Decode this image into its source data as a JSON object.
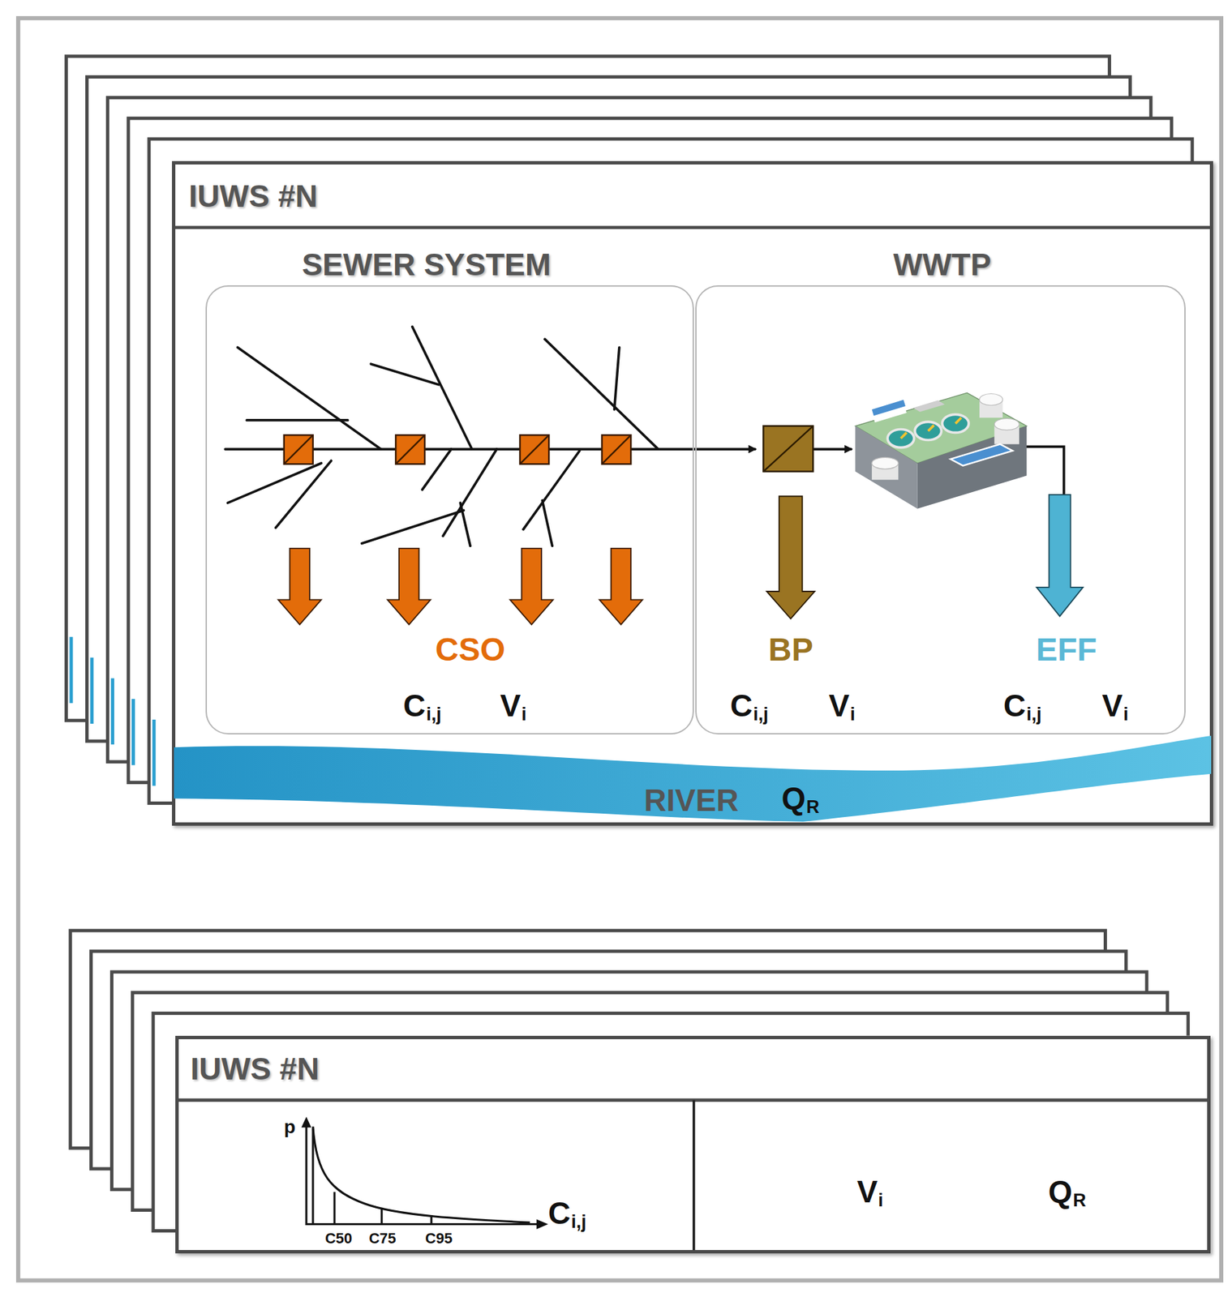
{
  "diagram": {
    "nodes": [
      {
        "text": [
          "IUWS #N"
        ]
      },
      {
        "text": [
          "SEWER SYSTEM"
        ],
        "in": 0
      },
      {
        "text": [
          "WWTP"
        ],
        "in": 0
      },
      {
        "text": [
          "RIVER"
        ],
        "in": 0
      },
      {
        "text": [
          "IUWS #N"
        ]
      }
    ],
    "labels": [
      "CSO",
      "C",
      "i,j",
      "V",
      "i",
      "BP",
      "C",
      "i,j",
      "V",
      "i",
      "EFF",
      "C",
      "i,j",
      "V",
      "i",
      "Q",
      "R",
      "p",
      "C50",
      "C75",
      "C95",
      "C",
      "i,j",
      "V",
      "i",
      "Q",
      "R"
    ]
  }
}
